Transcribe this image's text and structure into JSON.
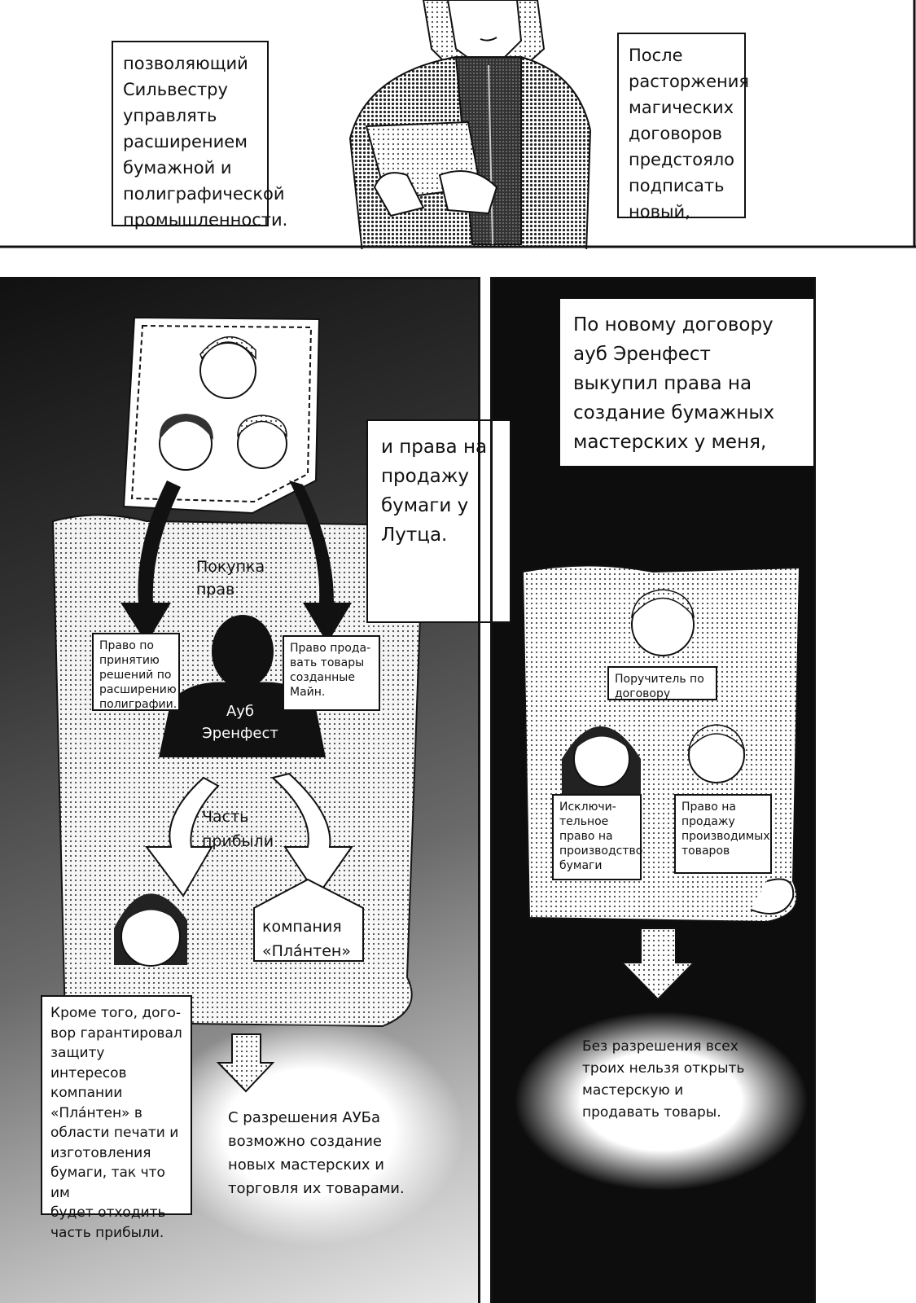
{
  "top_panel": {
    "left_caption": "позволяющий\nСильвестру\nуправлять\nрасширением\nбумажной и\nполиграфической\nпромышленности.",
    "right_caption": "После\nрасторжения\nмагических\nдоговоров\nпредстояло\nподписать\nновый,"
  },
  "right_panel": {
    "caption_main": "По новому договору\nауб Эренфест\nвыкупил права на\nсоздание бумажных\nмастерских у меня,",
    "guarantor_label": "Поручитель по\nдоговору",
    "exclusive_right_label": "Исключи-\nтельное\nправо на\nпроизводство\nбумаги",
    "sell_right_label": "Право на\nпродажу\nпроизводимых\nтоваров",
    "bottom_caption": "Без разрешения всех\nтроих нельзя открыть\nмастерскую и\nпродавать товары."
  },
  "middle_caption": "и права на\nпродажу\nбумаги у\nЛутца.",
  "left_panel": {
    "purchase_label": "Покупка\nправ",
    "decision_right_label": "Право по\nпринятию\nрешений по\nрасширению\nполиграфии.",
    "sell_goods_right_label": "Право прода-\nвать товары\nсозданные\nМайн.",
    "aub_label": "Ауб\nЭренфест",
    "profit_share_label": "Часть\nприбыли",
    "company_label": "компания\n«Пла́нтен»",
    "bottom_left_caption": "Кроме того, дого-\nвор гарантировал\nзащиту интересов\nкомпании\n«Пла́нтен» в\nобласти печати и\nизготовления\nбумаги, так что им\nбудет отходить\nчасть прибыли.",
    "bottom_caption": "С разрешения АУБа\nвозможно создание\nновых мастерских и\nторговля их товарами."
  }
}
